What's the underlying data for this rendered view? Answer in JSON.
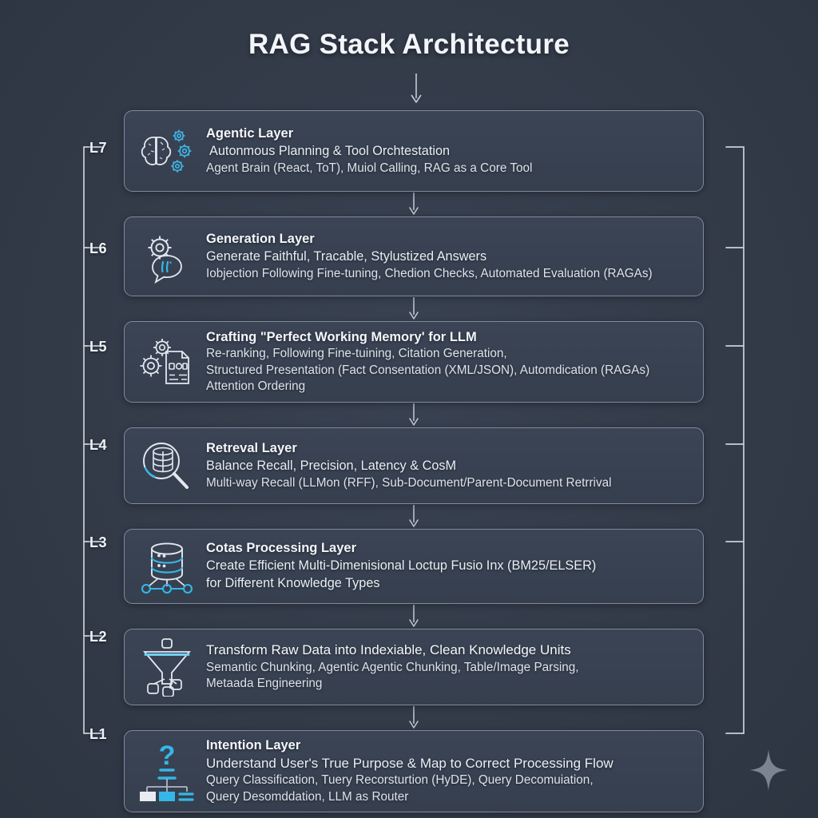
{
  "title": "RAG Stack Architecture",
  "colors": {
    "background": "#333b49",
    "card_fill": "#3a4354",
    "card_border": "#7f8a9b",
    "accent_cyan": "#35b6e8",
    "text_primary": "#f2f5f9",
    "text_secondary": "#dde3ec",
    "connector": "#c3cad4"
  },
  "level_labels": [
    "L7",
    "L6",
    "L5",
    "L4",
    "L3",
    "L2",
    "L1"
  ],
  "layers": [
    {
      "level": "L7",
      "icon": "brain-gears-icon",
      "title": "Agentic Layer",
      "lines": [
        "Autonmous Planning & Tool Orchtestation",
        "Agent Brain (React, ToT), Muiol Calling, RAG as a Core Tool"
      ]
    },
    {
      "level": "L6",
      "icon": "gear-speech-bubble-icon",
      "title": "Generation Layer",
      "lines": [
        "Generate Faithful, Tracable, Stylustized Answers",
        "Iobjection Following Fine-tuning, Chedion Checks, Automated Evaluation (RAGAs)"
      ]
    },
    {
      "level": "L5",
      "icon": "gears-document-icon",
      "title": "Crafting \"Perfect Working Memory' for LLM",
      "lines": [
        "Re-ranking, Following Fine-tuining, Citation Generation,",
        "Structured Presentation (Fact Consentation (XML/JSON), Automdication (RAGAs)",
        "Attention Ordering"
      ]
    },
    {
      "level": "L4",
      "icon": "magnifier-database-icon",
      "title": "Retreval Layer",
      "lines": [
        "Balance Recall, Precision, Latency & CosM",
        "Multi-way Recall (LLMon (RFF), Sub-Document/Parent-Document Retrrival"
      ]
    },
    {
      "level": "L3",
      "icon": "database-network-icon",
      "title": "Cotas Processing Layer",
      "lines": [
        "Create Efficient Multi-Dimenisional Loctup Fusio Inx (BM25/ELSER)",
        "for Different Knowledge Types"
      ]
    },
    {
      "level": "L2",
      "icon": "funnel-icon",
      "title": "",
      "lines": [
        "Transform Raw Data into Indexiable, Clean Knowledge Units",
        "Semantic Chunking, Agentic Agentic Chunking, Table/Image Parsing,",
        "Metaada Engineering"
      ]
    },
    {
      "level": "L1",
      "icon": "question-router-icon",
      "title": "Intention Layer",
      "lines": [
        "Understand User's True Purpose & Map to Correct Processing Flow",
        "Query Classification, Tuery Recorsturtion (HyDE), Query Decomuiation,",
        "Query Desomddation, LLM as Router"
      ]
    }
  ],
  "decoration": {
    "sparkle": "four-point-star-sparkle"
  }
}
